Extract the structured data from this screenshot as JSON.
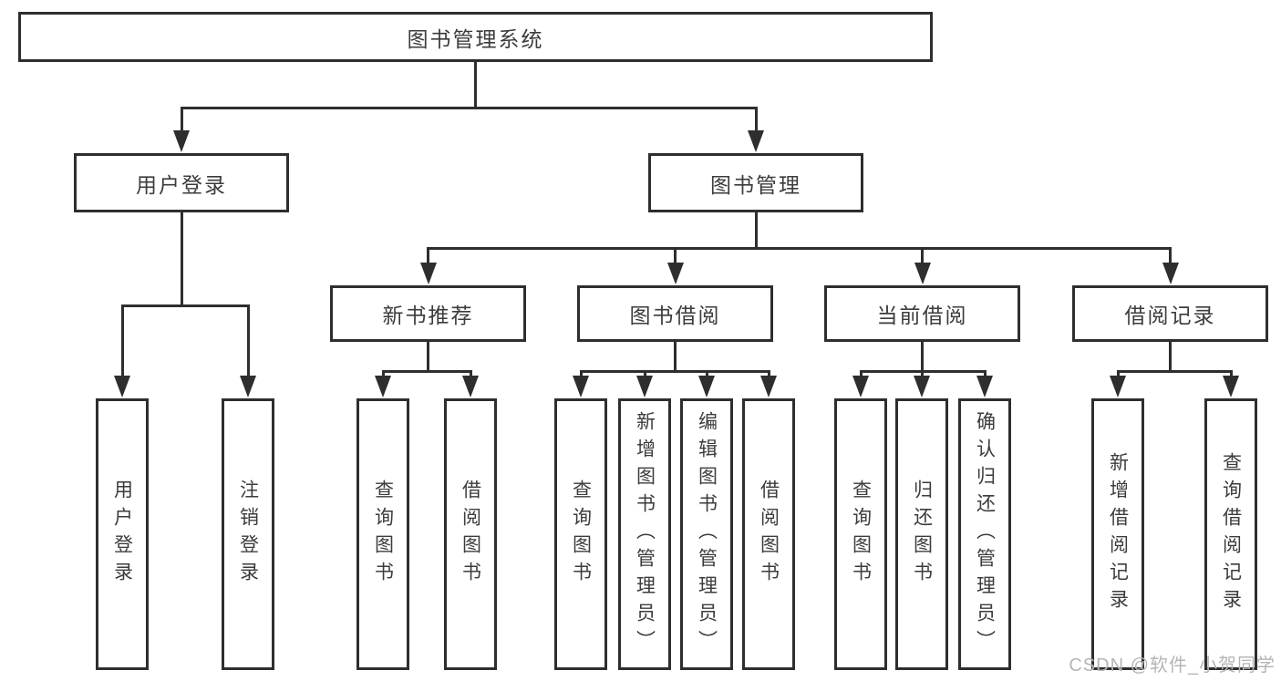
{
  "diagram": {
    "nodes": [
      {
        "id": "root",
        "label": "图书管理系统"
      },
      {
        "id": "user-login",
        "label": "用户登录"
      },
      {
        "id": "book-mgmt",
        "label": "图书管理"
      },
      {
        "id": "new-books",
        "label": "新书推荐"
      },
      {
        "id": "book-borrow",
        "label": "图书借阅"
      },
      {
        "id": "current-borrow",
        "label": "当前借阅"
      },
      {
        "id": "borrow-records",
        "label": "借阅记录"
      },
      {
        "id": "leaf-user-login",
        "label": "用户登录"
      },
      {
        "id": "leaf-logout",
        "label": "注销登录"
      },
      {
        "id": "leaf-query-books-1",
        "label": "查询图书"
      },
      {
        "id": "leaf-borrow-books-1",
        "label": "借阅图书"
      },
      {
        "id": "leaf-query-books-2",
        "label": "查询图书"
      },
      {
        "id": "leaf-add-books",
        "label": "新增图书（管理员）"
      },
      {
        "id": "leaf-edit-books",
        "label": "编辑图书（管理员）"
      },
      {
        "id": "leaf-borrow-books-2",
        "label": "借阅图书"
      },
      {
        "id": "leaf-query-books-3",
        "label": "查询图书"
      },
      {
        "id": "leaf-return-books",
        "label": "归还图书"
      },
      {
        "id": "leaf-confirm-return",
        "label": "确认归还（管理员）"
      },
      {
        "id": "leaf-add-borrow-record",
        "label": "新增借阅记录"
      },
      {
        "id": "leaf-query-borrow-record",
        "label": "查询借阅记录"
      }
    ],
    "edges": [
      {
        "from": "root",
        "to": [
          "user-login",
          "book-mgmt"
        ]
      },
      {
        "from": "user-login",
        "to": [
          "leaf-user-login",
          "leaf-logout"
        ]
      },
      {
        "from": "book-mgmt",
        "to": [
          "new-books",
          "book-borrow",
          "current-borrow",
          "borrow-records"
        ]
      },
      {
        "from": "new-books",
        "to": [
          "leaf-query-books-1",
          "leaf-borrow-books-1"
        ]
      },
      {
        "from": "book-borrow",
        "to": [
          "leaf-query-books-2",
          "leaf-add-books",
          "leaf-edit-books",
          "leaf-borrow-books-2"
        ]
      },
      {
        "from": "current-borrow",
        "to": [
          "leaf-query-books-3",
          "leaf-return-books",
          "leaf-confirm-return"
        ]
      },
      {
        "from": "borrow-records",
        "to": [
          "leaf-add-borrow-record",
          "leaf-query-borrow-record"
        ]
      }
    ],
    "colors": {
      "line": "#2e2e2e",
      "text": "#3c3c3c",
      "watermark": "#b5b5b5",
      "background": "#ffffff"
    }
  },
  "watermark": {
    "text": "CSDN @软件_小贺同学"
  }
}
